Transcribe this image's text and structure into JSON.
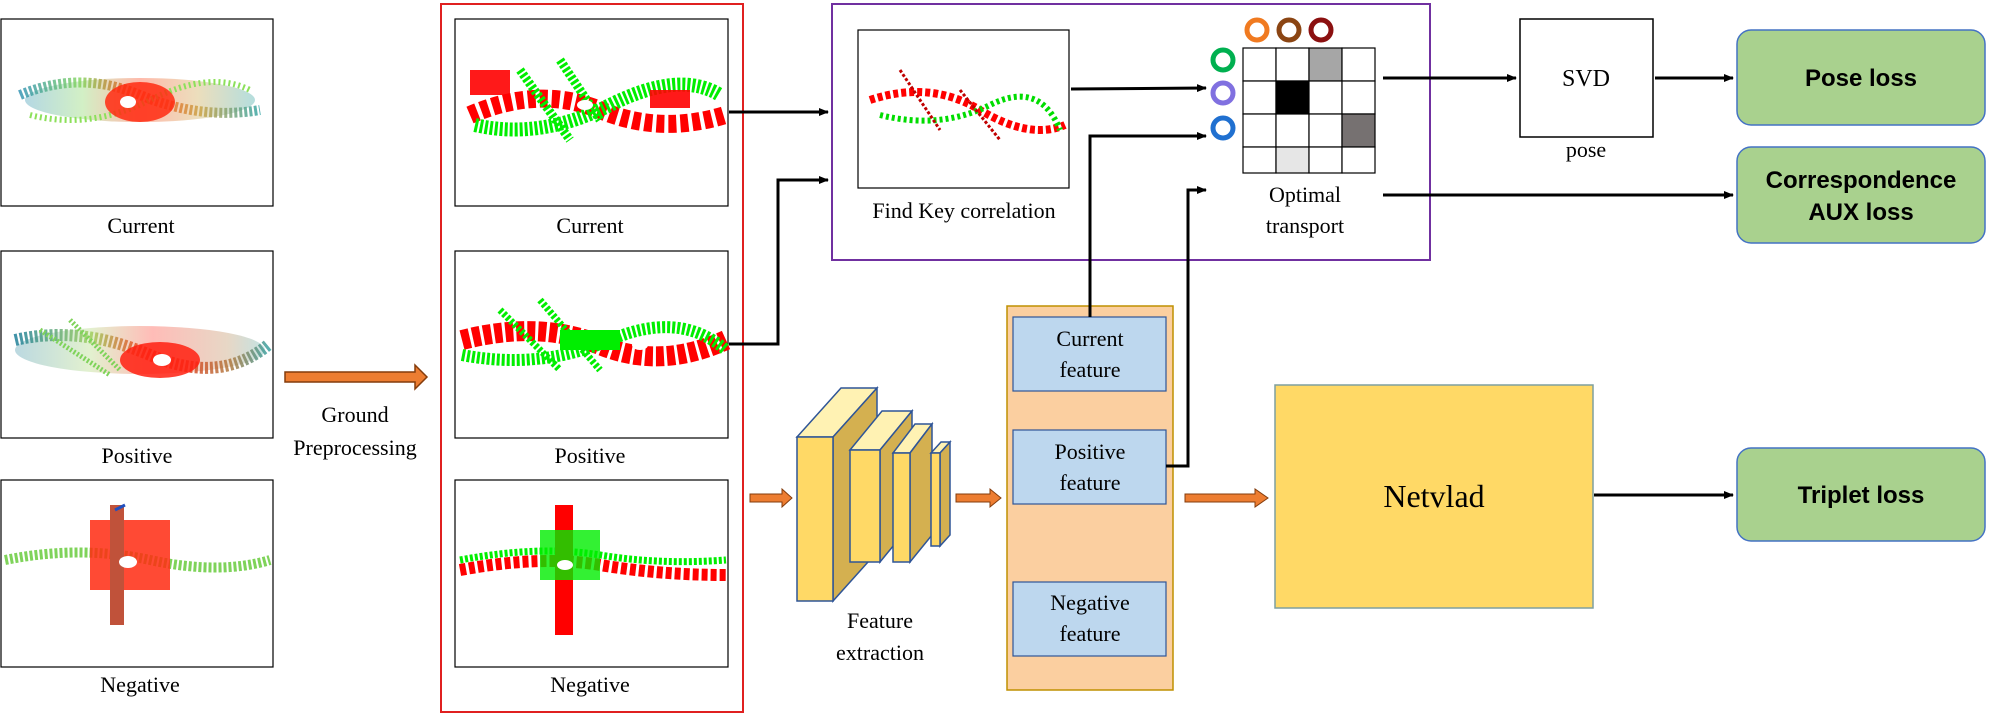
{
  "inputs": {
    "current_label": "Current",
    "positive_label": "Positive",
    "negative_label": "Negative"
  },
  "preprocess": {
    "line1": "Ground",
    "line2": "Preprocessing"
  },
  "preprocessed": {
    "current_label": "Current",
    "positive_label": "Positive",
    "negative_label": "Negative",
    "border_color": "#e02020"
  },
  "correlation": {
    "find_key_label": "Find Key correlation",
    "ot_line1": "Optimal",
    "ot_line2": "transport",
    "border_color": "#7030a0"
  },
  "svd": {
    "label": "SVD",
    "pose_label": "pose"
  },
  "extraction": {
    "line1": "Feature",
    "line2": "extraction"
  },
  "features": {
    "current_line1": "Current",
    "current_line2": "feature",
    "positive_line1": "Positive",
    "positive_line2": "feature",
    "negative_line1": "Negative",
    "negative_line2": "feature"
  },
  "netvlad": {
    "label": "Netvlad"
  },
  "losses": {
    "pose": "Pose loss",
    "corr_line1": "Correspondence",
    "corr_line2": "AUX loss",
    "triplet": "Triplet loss"
  },
  "colors": {
    "loss_fill": "#a9d18e",
    "loss_border": "#4472c4",
    "feature_fill": "#bdd7ee",
    "feature_panel": "#fbcfa0",
    "netvlad_fill": "#ffd966",
    "arrow_orange": "#ed7d31",
    "lidar_red": "#ff0000",
    "lidar_green": "#00ff00"
  },
  "icons": [
    "ot-ring-green-icon",
    "ot-ring-purple-icon",
    "ot-ring-blue-icon",
    "ot-ring-orange-icon",
    "ot-ring-brown-icon",
    "ot-ring-darkred-icon"
  ]
}
